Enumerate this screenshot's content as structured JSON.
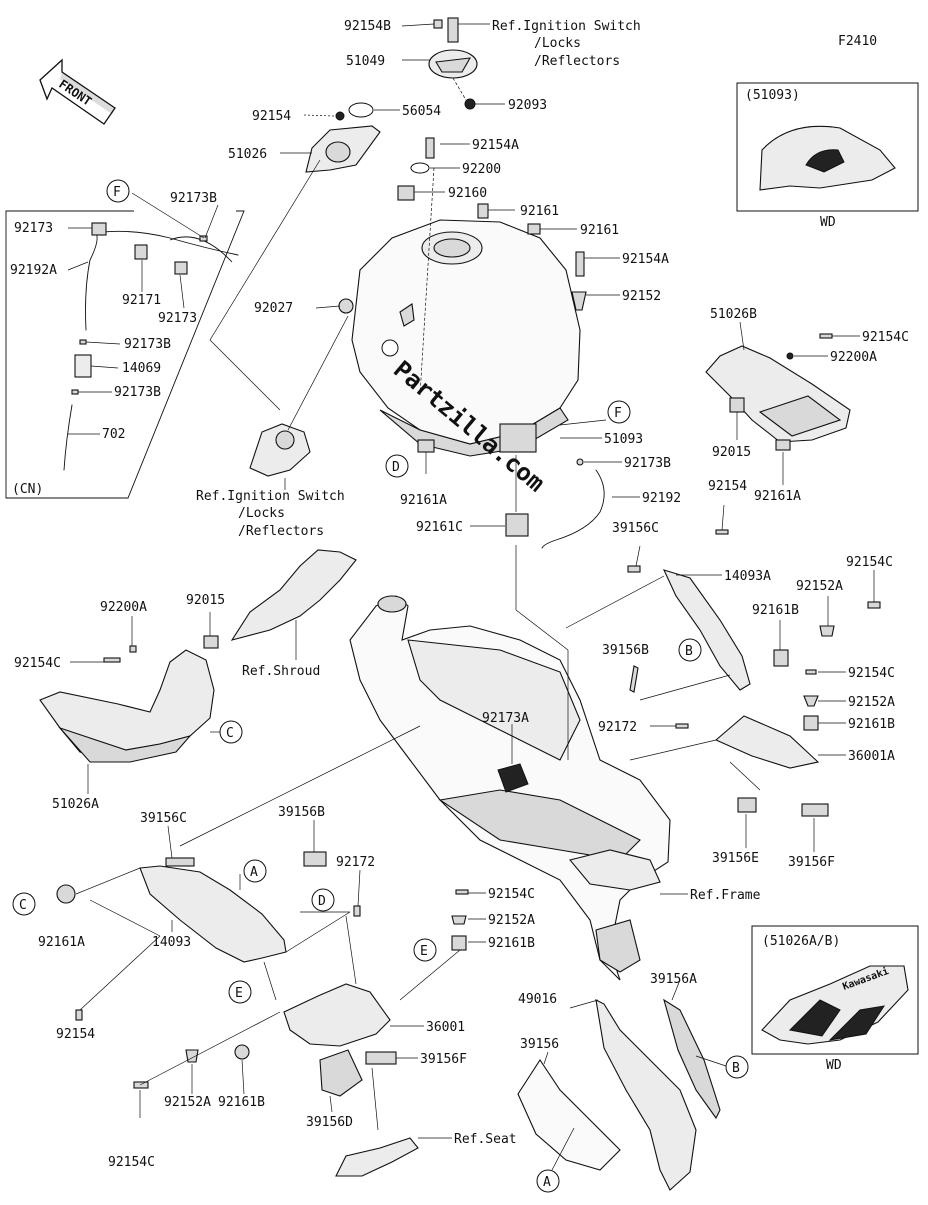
{
  "figure_code": "F2410",
  "front_label": "FRONT",
  "watermark": "Partzilla.com",
  "boxes": {
    "tank_wd": {
      "title": "(51093)",
      "note": "WD"
    },
    "cover_wd": {
      "title": "(51026A/B)",
      "note": "WD",
      "logo": "Kawasaki"
    },
    "cn": {
      "tag": "(CN)"
    }
  },
  "refs": {
    "ignition_top": [
      "Ref.Ignition Switch",
      "/Locks",
      "/Reflectors"
    ],
    "ignition_mid": [
      "Ref.Ignition Switch",
      "/Locks",
      "/Reflectors"
    ],
    "shroud": "Ref.Shroud",
    "frame": "Ref.Frame",
    "seat": "Ref.Seat"
  },
  "parts": {
    "p92154B": "92154B",
    "p51049": "51049",
    "p92093": "92093",
    "p92154_a": "92154",
    "p56054": "56054",
    "p51026": "51026",
    "p92154A_a": "92154A",
    "p92200": "92200",
    "p92160": "92160",
    "p92161_a": "92161",
    "p92161_b": "92161",
    "p92154A_b": "92154A",
    "p92027": "92027",
    "p92152": "92152",
    "p51026B": "51026B",
    "p92154C_a": "92154C",
    "p92200A_a": "92200A",
    "p92015_a": "92015",
    "p92161A_a": "92161A",
    "p51093": "51093",
    "p92173B_a": "92173B",
    "p92161A_b": "92161A",
    "p92192": "92192",
    "p92161C": "92161C",
    "p92154_b": "92154",
    "p39156C_a": "39156C",
    "p14093A": "14093A",
    "p92154C_b": "92154C",
    "p92152A_a": "92152A",
    "p92161B_a": "92161B",
    "p39156B_a": "39156B",
    "p92154C_c": "92154C",
    "p92152A_b": "92152A",
    "p92172_a": "92172",
    "p92161B_b": "92161B",
    "p36001A": "36001A",
    "p92173A": "92173A",
    "p39156E": "39156E",
    "p39156F_a": "39156F",
    "p92200A_b": "92200A",
    "p92015_b": "92015",
    "p92154C_d": "92154C",
    "p51026A": "51026A",
    "p39156C_b": "39156C",
    "p39156B_b": "39156B",
    "p92172_b": "92172",
    "p92161A_c": "92161A",
    "p14093": "14093",
    "p92154_c": "92154",
    "p92154C_e": "92154C",
    "p92152A_c": "92152A",
    "p92161B_c": "92161B",
    "p36001": "36001",
    "p39156F_b": "39156F",
    "p39156D": "39156D",
    "p92161B_d": "92161B",
    "p92152A_d": "92152A",
    "p92154C_f": "92154C",
    "p49016": "49016",
    "p39156A": "39156A",
    "p39156": "39156",
    "cn_92173B_top": "92173B",
    "cn_92173": "92173",
    "cn_92192A": "92192A",
    "cn_92171": "92171",
    "cn_92173_b": "92173",
    "cn_92173B_mid": "92173B",
    "cn_14069": "14069",
    "cn_92173B_low": "92173B",
    "cn_702": "702"
  },
  "callouts": {
    "F1": "F",
    "F2": "F",
    "D1": "D",
    "D2": "D",
    "C1": "C",
    "C2": "C",
    "A1": "A",
    "A2": "A",
    "B1": "B",
    "B2": "B",
    "E1": "E",
    "E2": "E"
  }
}
